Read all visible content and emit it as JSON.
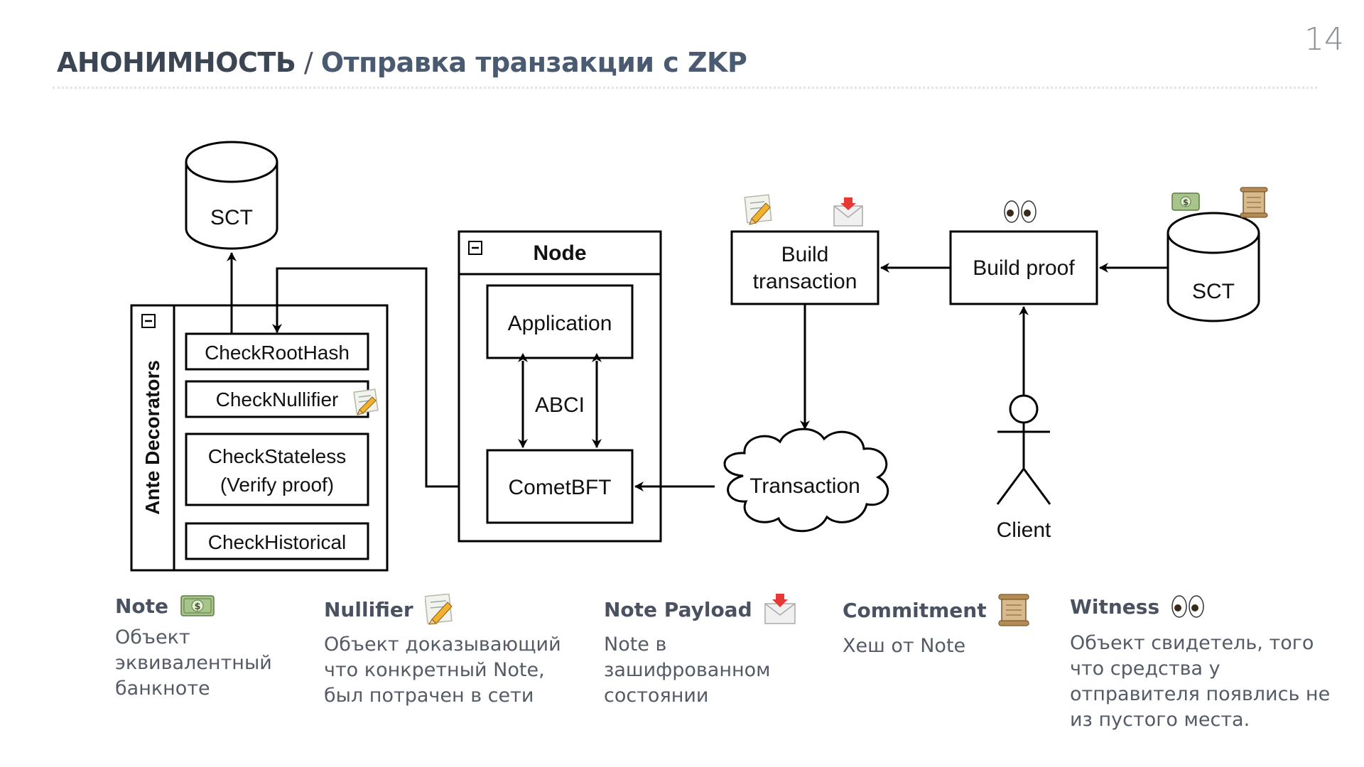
{
  "slide": {
    "page_number": "14",
    "title_section": "АНОНИМНОСТЬ",
    "title_separator": " / ",
    "title_topic": "Отправка транзакции с ZKP"
  },
  "diagram": {
    "sct_left": "SCT",
    "sct_right": "SCT",
    "ante_title": "Ante Decorators",
    "ante_items": [
      "CheckRootHash",
      "CheckNullifier",
      "CheckStateless",
      "(Verify proof)",
      "CheckHistorical"
    ],
    "node_title": "Node",
    "application": "Application",
    "abci": "ABCI",
    "cometbft": "CometBFT",
    "build_transaction_line1": "Build",
    "build_transaction_line2": "transaction",
    "build_proof": "Build proof",
    "transaction": "Transaction",
    "client": "Client",
    "icons": [
      "nullifier-pencil-icon",
      "envelope-icon",
      "eyes-icon",
      "banknote-icon",
      "scroll-icon"
    ]
  },
  "legend": [
    {
      "title": "Note",
      "icon": "banknote-icon",
      "description": "Объект эквивалентный банкноте"
    },
    {
      "title": "Nullifier",
      "icon": "memo-pencil-icon",
      "description": "Объект доказывающий что конкретный Note, был потрачен в сети"
    },
    {
      "title": "Note Payload",
      "icon": "envelope-icon",
      "description": "Note в зашифрованном состоянии"
    },
    {
      "title": "Commitment",
      "icon": "scroll-icon",
      "description": "Хеш от Note"
    },
    {
      "title": "Witness",
      "icon": "eyes-icon",
      "description": "Объект свидетель, того что средства у отправителя появлись не из пустого места."
    }
  ]
}
